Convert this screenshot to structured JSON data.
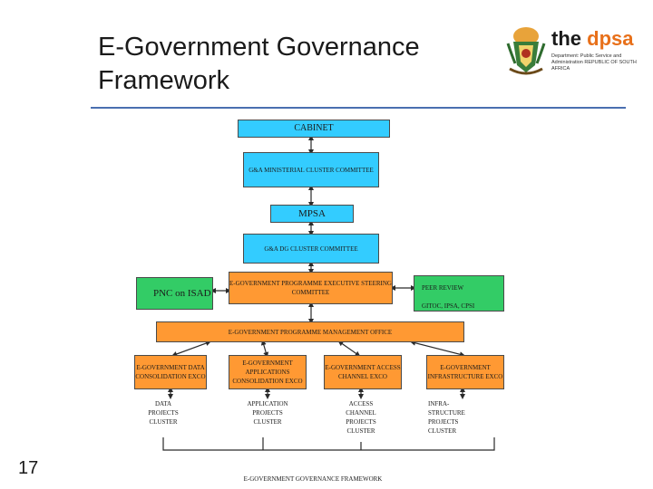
{
  "header": {
    "title": "E-Government Governance Framework",
    "logo_brand_prefix": "the ",
    "logo_brand_name": "dpsa",
    "logo_subtitle": "Department: Public Service and Administration REPUBLIC OF SOUTH AFRICA"
  },
  "diagram": {
    "cabinet": "CABINET",
    "ga_ministerial": "G&A MINISTERIAL CLUSTER COMMITTEE",
    "mpsa": "MPSA",
    "ga_dg": "G&A DG CLUSTER COMMITTEE",
    "pnc": "PNC on ISAD",
    "steering": "E-GOVERNMENT PROGRAMME EXECUTIVE STEERING COMMITTEE",
    "peer_review": "PEER REVIEW",
    "peer_orgs": "GITOC, IPSA, CPSI",
    "pmo": "E-GOVERNMENT PROGRAMME MANAGEMENT OFFICE",
    "exco": [
      "E-GOVERNMENT DATA CONSOLIDATION EXCO",
      "E-GOVERNMENT APPLICATIONS CONSOLIDATION EXCO",
      "E-GOVERNMENT ACCESS CHANNEL EXCO",
      "E-GOVERNMENT INFRASTRUCTURE EXCO"
    ],
    "clusters": [
      "DATA PROJECTS CLUSTER",
      "APPLICATION PROJECTS CLUSTER",
      "ACCESS CHANNEL PROJECTS CLUSTER",
      "INFRA-STRUCTURE PROJECTS CLUSTER"
    ]
  },
  "footer": {
    "page_number": "17",
    "caption": "E-GOVERNMENT GOVERNANCE FRAMEWORK"
  },
  "colors": {
    "blue_box": "#33ccff",
    "green_box": "#33cc66",
    "orange_box": "#ff9933",
    "divider": "#4a6fb0"
  }
}
